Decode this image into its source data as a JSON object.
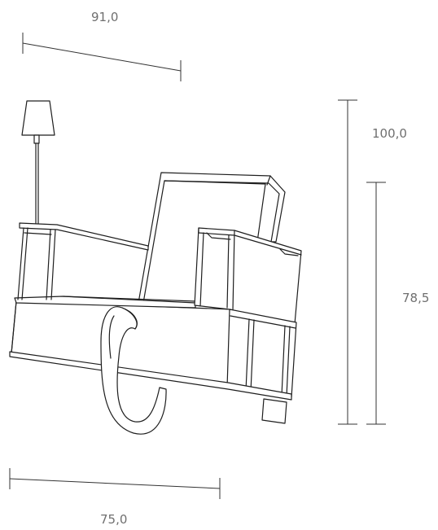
{
  "dimensions": {
    "top_width": "91,0",
    "total_height": "100,0",
    "seat_height": "78,5",
    "bottom_depth": "75,0"
  }
}
